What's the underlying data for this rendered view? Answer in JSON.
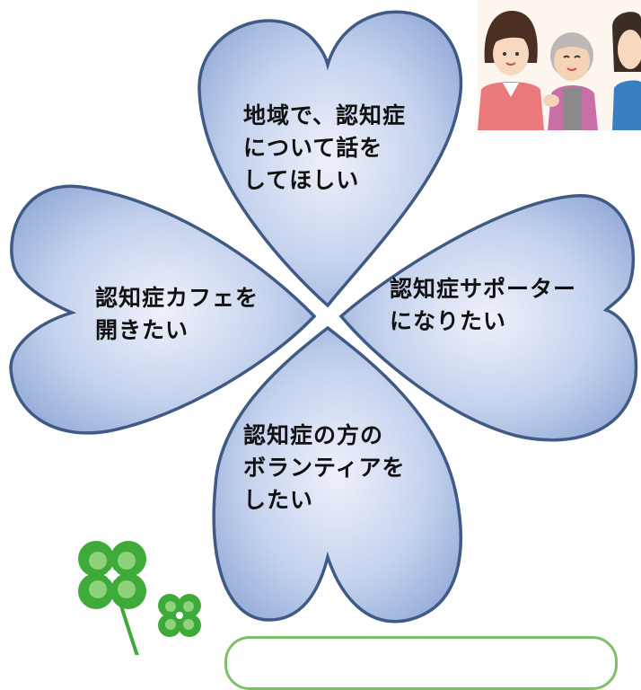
{
  "petals": {
    "top": "地域で、認知症\nについて話を\nしてほしい",
    "right": "認知症サポーター\nになりたい",
    "left": "認知症カフェを\n開きたい",
    "bottom": "認知症の方の\nボランティアを\nしたい"
  },
  "colors": {
    "petal_fill_center": "#eef1fa",
    "petal_fill_edge": "#8fa8d6",
    "petal_stroke": "#3f5a84",
    "clover_green": "#3daa3a",
    "box_border": "#7ec06a"
  },
  "icons": {
    "illustration": "elderly-woman-with-family-illustration",
    "decoration": "four-leaf-clover-icon"
  }
}
